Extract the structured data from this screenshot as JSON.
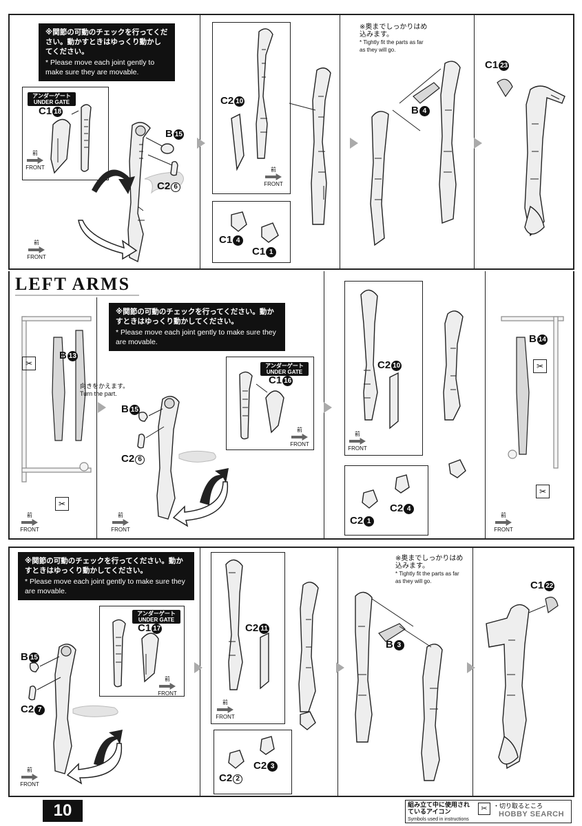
{
  "row1": {
    "note_jp": "※関節の可動のチェックを行ってください。動かすときはゆっくり動かしてください。",
    "note_en": "* Please move each joint gently to make sure they are movable.",
    "gate_jp": "アンダーゲート",
    "gate_en": "UNDER GATE",
    "inset_part": "C1",
    "inset_num": "18",
    "part_b": "B",
    "part_b_num": "15",
    "part_c2": "C2",
    "part_c2_num": "6",
    "part_c2b": "C2",
    "part_c2b_num": "10",
    "part_c1a": "C1",
    "part_c1a_num": "4",
    "part_c1b": "C1",
    "part_c1b_num": "1",
    "fit_jp": "※奥までしっかりはめ込みます。",
    "fit_en": "* Tightly fit the parts as far as they will go.",
    "part_b4": "B",
    "part_b4_num": "4",
    "part_c1c": "C1",
    "part_c1c_num": "23"
  },
  "section_title": "LEFT ARMS",
  "row2": {
    "note_jp": "※関節の可動のチェックを行ってください。動かすときはゆっくり動かしてください。",
    "note_en": "* Please move each joint gently to make sure they are movable.",
    "runner_part": "B",
    "runner_num": "13",
    "turn_jp": "向きをかえます。",
    "turn_en": "Turn the part.",
    "part_b": "B",
    "part_b_num": "15",
    "part_c2": "C2",
    "part_c2_num": "6",
    "gate_jp": "アンダーゲート",
    "gate_en": "UNDER GATE",
    "inset_part": "C1",
    "inset_num": "16",
    "part_c2b": "C2",
    "part_c2b_num": "10",
    "part_c2c": "C2",
    "part_c2c_num": "1",
    "part_c2d": "C2",
    "part_c2d_num": "4",
    "runner_part2": "B",
    "runner_num2": "14"
  },
  "row3": {
    "note_jp": "※関節の可動のチェックを行ってください。動かすときはゆっくり動かしてください。",
    "note_en": "* Please move each joint gently to make sure they are movable.",
    "gate_jp": "アンダーゲート",
    "gate_en": "UNDER GATE",
    "inset_part": "C1",
    "inset_num": "17",
    "part_b": "B",
    "part_b_num": "15",
    "part_c2": "C2",
    "part_c2_num": "7",
    "part_c2b": "C2",
    "part_c2b_num": "11",
    "part_c2c": "C2",
    "part_c2c_num": "2",
    "part_c2d": "C2",
    "part_c2d_num": "3",
    "fit_jp": "※奥までしっかりはめ込みます。",
    "fit_en": "* Tightly fit the parts as far as they will go.",
    "part_b3": "B",
    "part_b3_num": "3",
    "part_c1c": "C1",
    "part_c1c_num": "22"
  },
  "front_jp": "前",
  "front_en": "FRONT",
  "footer": {
    "page_number": "10",
    "symbols_jp": "組み立て中に使用されているアイコン",
    "symbols_en": "Symbols used in instructions",
    "cut_jp": "・切り取るところ",
    "watermark": "HOBBY SEARCH"
  }
}
